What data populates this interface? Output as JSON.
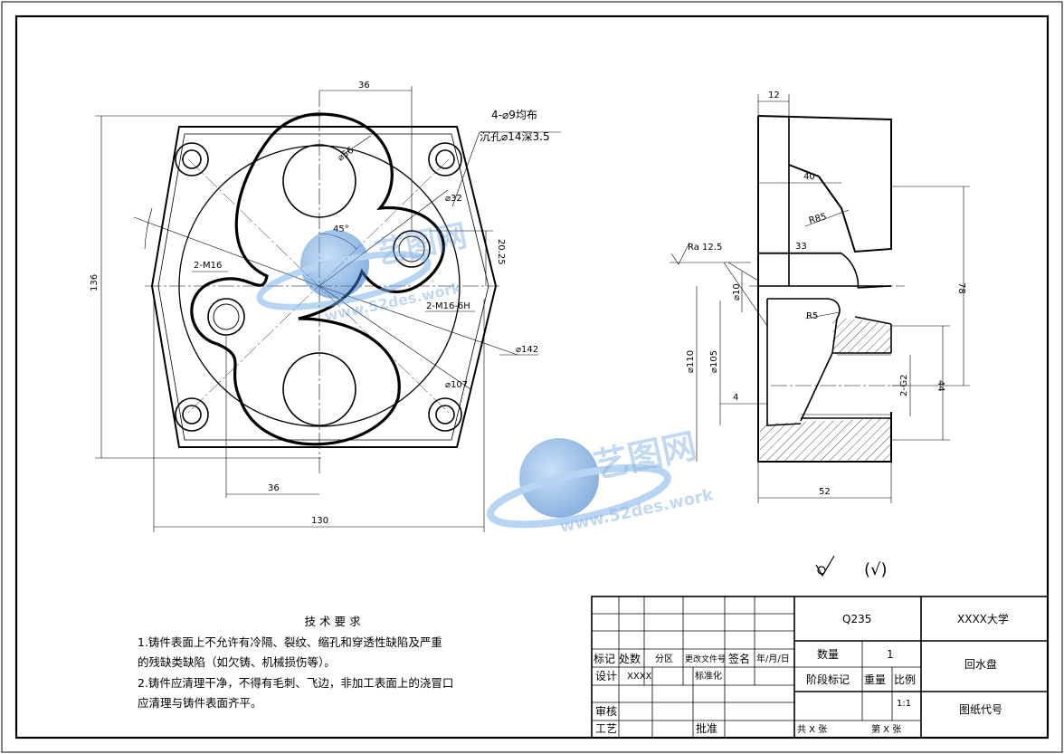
{
  "front_view": {
    "dim_top": "36",
    "dim_bottom": "36",
    "dim_width": "130",
    "dim_height": "136",
    "dim_d56": "⌀56",
    "dim_d32": "⌀32",
    "dim_angle": "45°",
    "dim_2025": "20.25",
    "dim_d142": "⌀142",
    "dim_d107": "⌀107",
    "hole_note_1": "4-⌀9均布",
    "hole_note_2": "沉孔⌀14深3.5",
    "thread_left": "2-M16",
    "thread_right": "2-M16-6H"
  },
  "side_view": {
    "dim_12": "12",
    "dim_40": "40",
    "dim_r85": "R85",
    "dim_33": "33",
    "dim_d10": "⌀10",
    "dim_r5": "R5",
    "dim_d110": "⌀110",
    "dim_d105": "⌀105",
    "dim_4": "4",
    "dim_52": "52",
    "dim_78": "78",
    "dim_44": "44",
    "dim_g2": "2-G2",
    "roughness": "Ra 12.5"
  },
  "surface_symbol_note": "(√)",
  "tech_requirements": {
    "title": "技术要求",
    "line1": "1.铸件表面上不允许有冷隔、裂纹、缩孔和穿透性缺陷及严重",
    "line2": "的残缺类缺陷（如欠铸、机械损伤等）。",
    "line3": "2.铸件应清理干净，不得有毛刺、飞边，非加工表面上的浇冒口",
    "line4": "应清理与铸件表面齐平。"
  },
  "title_block": {
    "material": "Q235",
    "school": "XXXX大学",
    "part_name": "回水盘",
    "drawing_no": "图纸代号",
    "quantity_label": "数量",
    "quantity": "1",
    "stage_label": "阶段标记",
    "weight_label": "重量",
    "scale_label": "比例",
    "scale": "1:1",
    "total_sheets": "共  X  张",
    "sheet_no": "第  X  张",
    "mark": "标记",
    "count": "处数",
    "zone": "分区",
    "change_doc": "更改文件号",
    "sign": "签名",
    "date": "年/月/日",
    "design": "设计",
    "designer": "XXXX",
    "standardize": "标准化",
    "review": "审核",
    "process": "工艺",
    "approve": "批准"
  },
  "watermark": {
    "brand": "艺图网",
    "url": "www.52des.work"
  }
}
